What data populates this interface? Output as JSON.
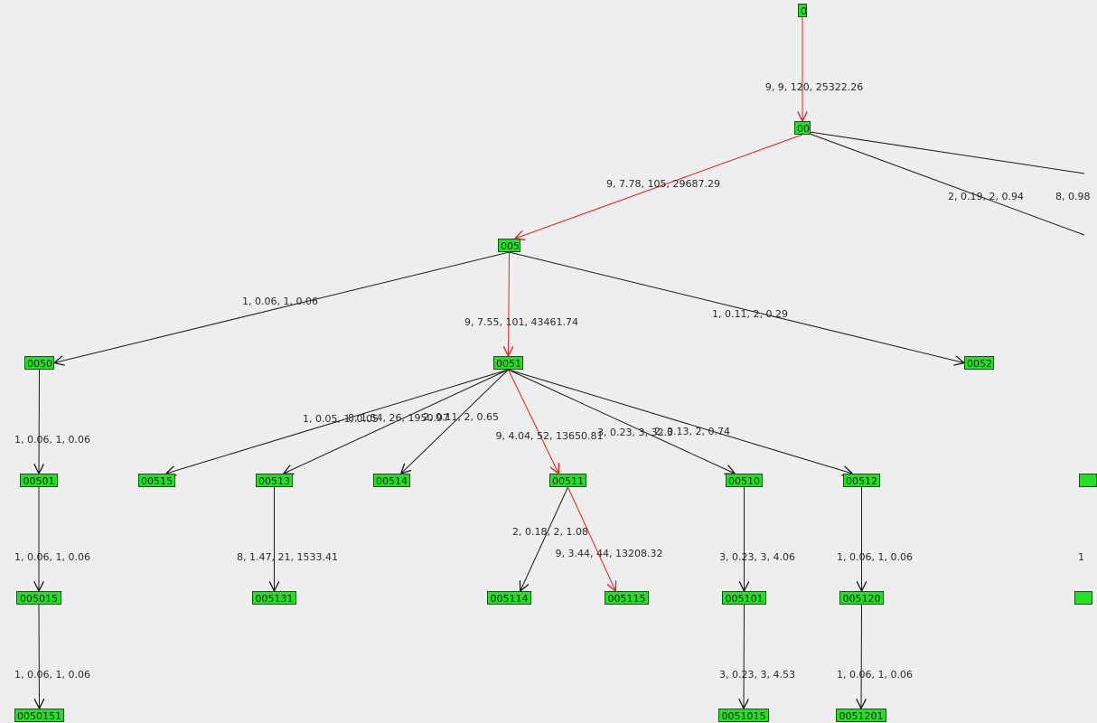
{
  "colors": {
    "background": "#eeeeee",
    "node_fill": "#22e022",
    "node_border": "#1e4d1e",
    "edge": "#1a1a1a",
    "highlight_edge": "#e02020"
  },
  "nodes": {
    "n0": "0",
    "n00": "00",
    "n005": "005",
    "n0050": "0050",
    "n0051": "0051",
    "n0052": "0052",
    "n00501": "00501",
    "n005015": "005015",
    "n0050151": "0050151",
    "n00515": "00515",
    "n00513": "00513",
    "n005131": "005131",
    "n00514": "00514",
    "n00511": "00511",
    "n005114": "005114",
    "n005115": "005115",
    "n00510": "00510",
    "n005101": "005101",
    "n0051015": "0051015",
    "n00512": "00512",
    "n005120": "005120",
    "n0051201": "0051201"
  },
  "edges": [
    {
      "from": "n0",
      "to": "n00",
      "label": "9, 9, 120, 25322.26",
      "highlight": true
    },
    {
      "from": "n00",
      "to": "n005",
      "label": "9, 7.78, 105, 29687.29",
      "highlight": true
    },
    {
      "from": "n005",
      "to": "n0050",
      "label": "1, 0.06, 1, 0.06",
      "highlight": false
    },
    {
      "from": "n005",
      "to": "n0051",
      "label": "9, 7.55, 101, 43461.74",
      "highlight": true
    },
    {
      "from": "n005",
      "to": "n0052",
      "label": "1, 0.11, 2, 0.29",
      "highlight": false
    },
    {
      "from": "n0050",
      "to": "n00501",
      "label": "1, 0.06, 1, 0.06",
      "highlight": false
    },
    {
      "from": "n00501",
      "to": "n005015",
      "label": "1, 0.06, 1, 0.06",
      "highlight": false
    },
    {
      "from": "n005015",
      "to": "n0050151",
      "label": "1, 0.06, 1, 0.06",
      "highlight": false
    },
    {
      "from": "n0051",
      "to": "n00515",
      "label": "1, 0.05, 1, 0.05",
      "highlight": false
    },
    {
      "from": "n0051",
      "to": "n00513",
      "label": "8, 1.54, 26, 1950.97",
      "highlight": false
    },
    {
      "from": "n0051",
      "to": "n00514",
      "label": "2, 0.11, 2, 0.65",
      "highlight": false
    },
    {
      "from": "n0051",
      "to": "n00511",
      "label": "9, 4.04, 52, 13650.81",
      "highlight": true
    },
    {
      "from": "n0051",
      "to": "n00510",
      "label": "3, 0.23, 3, 32.3",
      "highlight": false
    },
    {
      "from": "n0051",
      "to": "n00512",
      "label": "2, 0.13, 2, 0.74",
      "highlight": false
    },
    {
      "from": "n00513",
      "to": "n005131",
      "label": "8, 1.47, 21, 1533.41",
      "highlight": false
    },
    {
      "from": "n00511",
      "to": "n005114",
      "label": "2, 0.18, 2, 1.08",
      "highlight": false
    },
    {
      "from": "n00511",
      "to": "n005115",
      "label": "9, 3.44, 44, 13208.32",
      "highlight": true
    },
    {
      "from": "n00510",
      "to": "n005101",
      "label": "3, 0.23, 3, 4.06",
      "highlight": false
    },
    {
      "from": "n005101",
      "to": "n0051015",
      "label": "3, 0.23, 3, 4.53",
      "highlight": false
    },
    {
      "from": "n00512",
      "to": "n005120",
      "label": "1, 0.06, 1, 0.06",
      "highlight": false
    },
    {
      "from": "n005120",
      "to": "n0051201",
      "label": "1, 0.06, 1, 0.06",
      "highlight": false
    }
  ],
  "partial_labels": {
    "p1": "2, 0.19, 2, 0.94",
    "p2": "8, 0.98",
    "p3": "1"
  }
}
